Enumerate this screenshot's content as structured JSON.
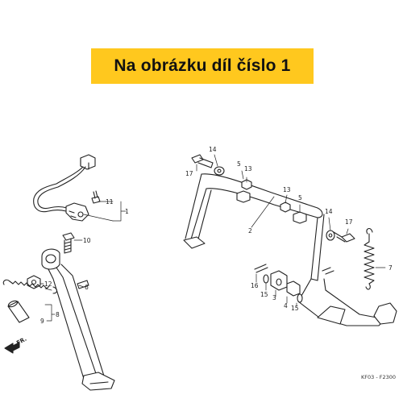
{
  "banner": {
    "text": "Na obrázku díl číslo 1",
    "color": "#ffc81e"
  },
  "callouts": [
    "1",
    "2",
    "3",
    "4",
    "5",
    "5",
    "6",
    "7",
    "8",
    "9",
    "10",
    "11",
    "12",
    "13",
    "13",
    "14",
    "14",
    "15",
    "15",
    "16",
    "17",
    "17"
  ],
  "direction_label": "FR.",
  "diagram_code": "KF03 - F2300"
}
